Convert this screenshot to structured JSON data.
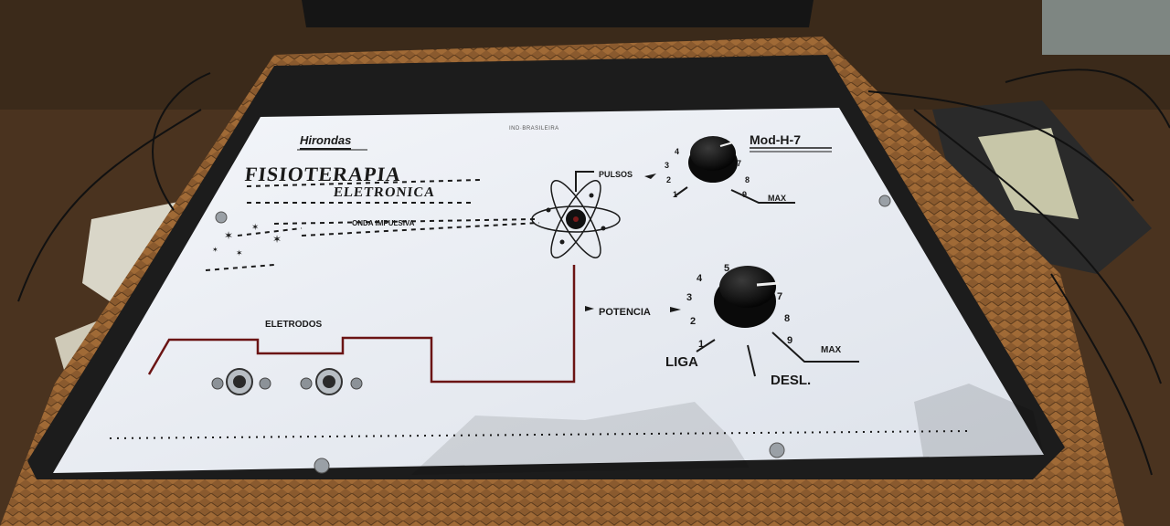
{
  "panel": {
    "brand": "Hirondas",
    "tiny_text": "IND·BRASILEIRA",
    "model": "Mod-H-7",
    "title_line1": "FISIOTERAPIA",
    "title_line2": "ELETRONICA",
    "pulsos_label": "PULSOS",
    "onda_label": "ONDA IMPULSIVA",
    "eletrodos_label": "ELETRODOS",
    "potencia_label": "POTENCIA",
    "max_top": "MAX",
    "max_bottom": "MAX",
    "liga_label": "LIGA",
    "desl_label": "DESL."
  },
  "dial_pulsos": {
    "n1": "1",
    "n2": "2",
    "n3": "3",
    "n4": "4",
    "n7": "7",
    "n8": "8",
    "n9": "9"
  },
  "dial_potencia": {
    "n1": "1",
    "n2": "2",
    "n3": "3",
    "n4": "4",
    "n5": "5",
    "n7": "7",
    "n8": "8",
    "n9": "9"
  },
  "colors": {
    "panel": "#eceff4",
    "print": "#1a1a1a",
    "trace": "#6b1414",
    "knob": "#121212",
    "case": "#1c1c1c",
    "wood": "#6b4a2c"
  }
}
